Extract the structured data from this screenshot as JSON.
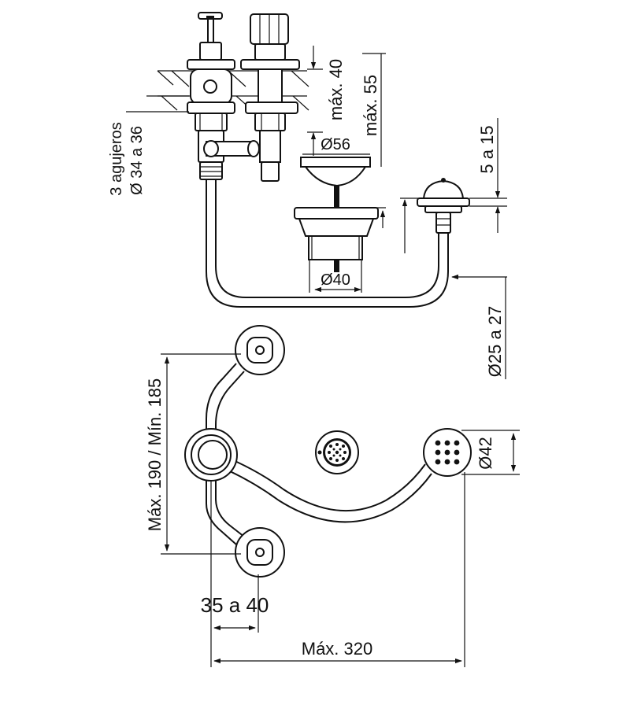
{
  "drawing": {
    "labels": {
      "holes": "3 agujeros",
      "holes_diameter": "Ø 34 a 36",
      "max40": "máx. 40",
      "max55": "máx. 55",
      "d56": "Ø56",
      "range5_15": "5 a 15",
      "d40": "Ø40",
      "d25_27": "Ø25 a 27",
      "max190_min185": "Máx. 190 / Mín. 185",
      "d42": "Ø42",
      "r35_40": "35 a 40",
      "max320": "Máx. 320"
    },
    "views": [
      "elevation",
      "plan"
    ]
  }
}
